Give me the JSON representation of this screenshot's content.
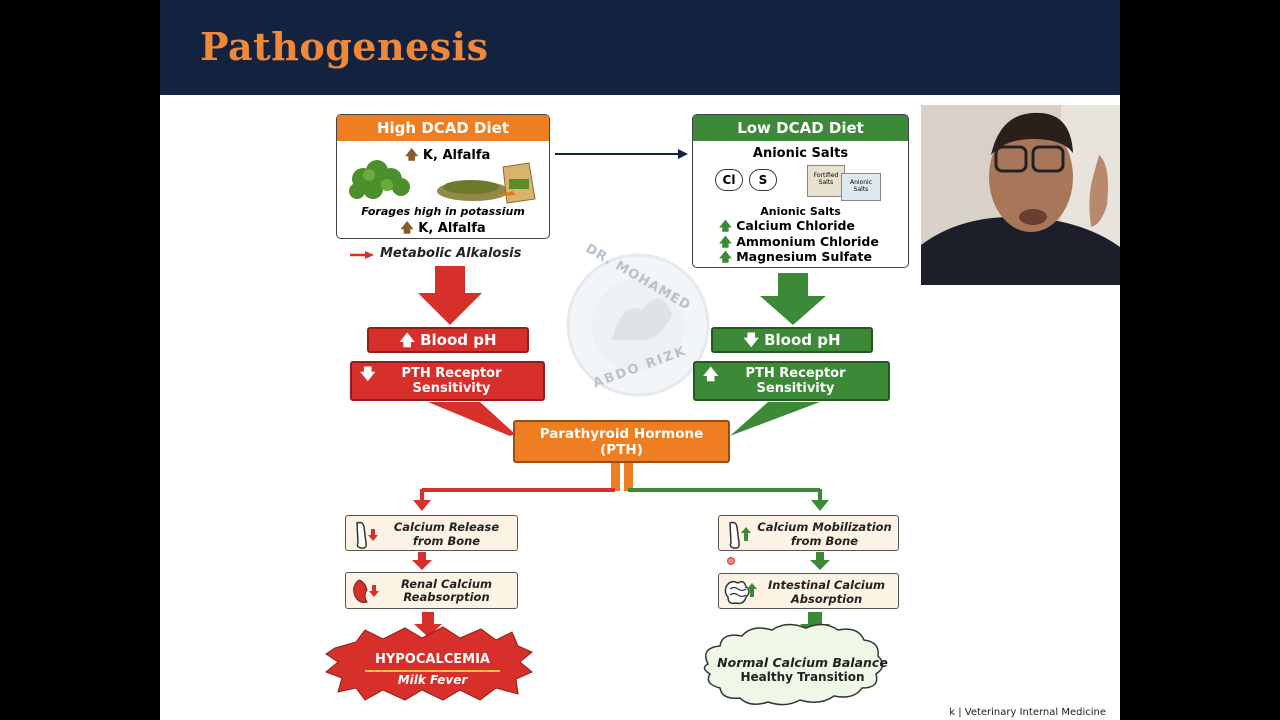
{
  "slide": {
    "title": "Pathogenesis",
    "footer": "k | Veterinary Internal Medicine"
  },
  "left": {
    "header": "High DCAD Diet",
    "header_color": "#ef7e22",
    "top_line": "K, Alfalfa",
    "caption": "Forages high in potassium",
    "sub_line": "K, Alfalfa",
    "alkalosis": "Metabolic Alkalosis",
    "blood_ph": "Blood pH",
    "pth_receptor": "PTH Receptor Sensitivity",
    "step1": "Calcium Release from Bone",
    "step2": "Renal Calcium Reabsorption",
    "outcome_title": "HYPOCALCEMIA",
    "outcome_sub": "Milk Fever"
  },
  "right": {
    "header": "Low DCAD Diet",
    "header_color": "#3c8a37",
    "title": "Anionic Salts",
    "ion1": "Cl",
    "ion2": "S",
    "bag1": "Fortified Salts",
    "bag2": "Anionic Salts",
    "list_title": "Anionic Salts",
    "list": [
      "Calcium Chloride",
      "Ammonium Chloride",
      "Magnesium Sulfate"
    ],
    "blood_ph": "Blood pH",
    "pth_receptor": "PTH Receptor Sensitivity",
    "step1": "Calcium Mobilization from Bone",
    "step2": "Intestinal Calcium Absorption",
    "outcome_title": "Normal Calcium Balance",
    "outcome_sub": "Healthy Transition"
  },
  "center": {
    "pth": "Parathyroid Hormone (PTH)"
  },
  "watermark": {
    "top": "DR. MOHAMED",
    "bottom": "ABDO RIZK"
  }
}
